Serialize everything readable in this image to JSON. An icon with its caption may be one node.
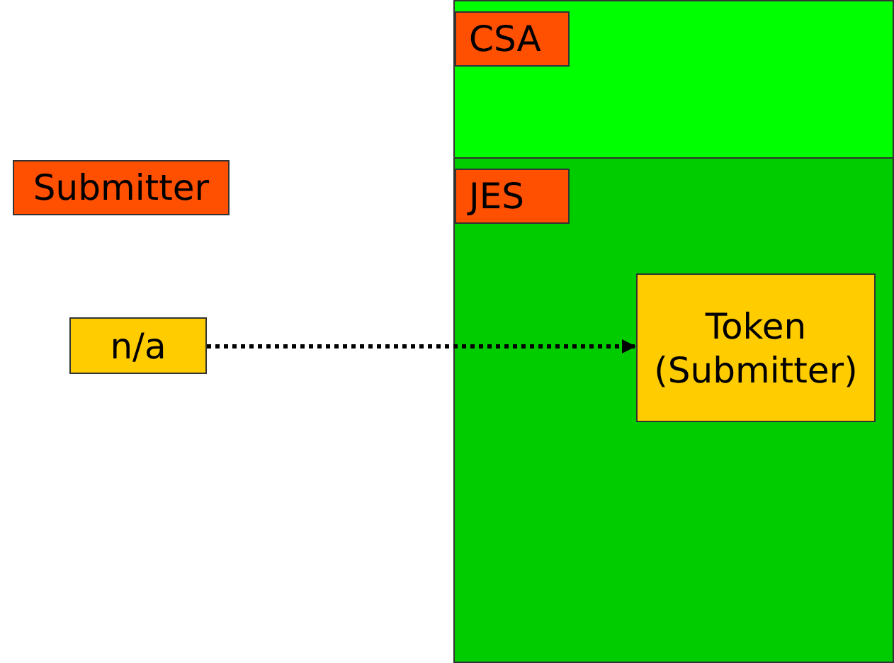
{
  "diagram": {
    "nodes": [
      {
        "text": [
          "CSA"
        ]
      },
      {
        "text": [
          "JES"
        ]
      },
      {
        "text": [
          "Submitter"
        ]
      },
      {
        "text": [
          "n/a"
        ]
      },
      {
        "text": [
          "Token (Submitter)"
        ],
        "in": 1
      }
    ],
    "edges": [
      {
        "from": 3,
        "to": 4,
        "arrow": "to",
        "style": "dashed"
      }
    ]
  }
}
